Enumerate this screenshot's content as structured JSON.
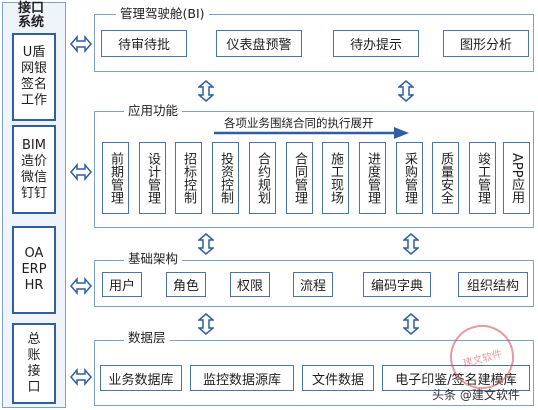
{
  "left": {
    "title": "接口\n系统",
    "boxes": [
      {
        "label": "U盾\n网银\n签名\n工作"
      },
      {
        "label": "BIM\n造价\n微信\n钉钉"
      },
      {
        "label": "OA\nERP\nHR"
      },
      {
        "label": "总\n账\n接\n口"
      }
    ]
  },
  "sections": {
    "cockpit": {
      "title": "管理驾驶舱(BI)",
      "items": [
        "待审待批",
        "仪表盘预警",
        "待办提示",
        "图形分析"
      ]
    },
    "apps": {
      "title": "应用功能",
      "banner": "各项业务围绕合同的执行展开",
      "items": [
        "前期管理",
        "设计管理",
        "招标控制",
        "投资控制",
        "合约规划",
        "合同管理",
        "施工现场",
        "进度管理",
        "采购管理",
        "质量安全",
        "竣工管理",
        "APP应用"
      ]
    },
    "base": {
      "title": "基础架构",
      "items": [
        "用户",
        "角色",
        "权限",
        "流程",
        "编码字典",
        "组织结构"
      ]
    },
    "data": {
      "title": "数据层",
      "items": [
        "业务数据库",
        "监控数据源库",
        "文件数据",
        "电子印鉴/签名建模库"
      ]
    }
  },
  "overlay": {
    "credit": "头条 @建文软件",
    "stamp": "建文软件"
  },
  "colors": {
    "border": "#2f5fa0",
    "arrow": "#2f5fa0",
    "panel": "#eef4fa"
  }
}
